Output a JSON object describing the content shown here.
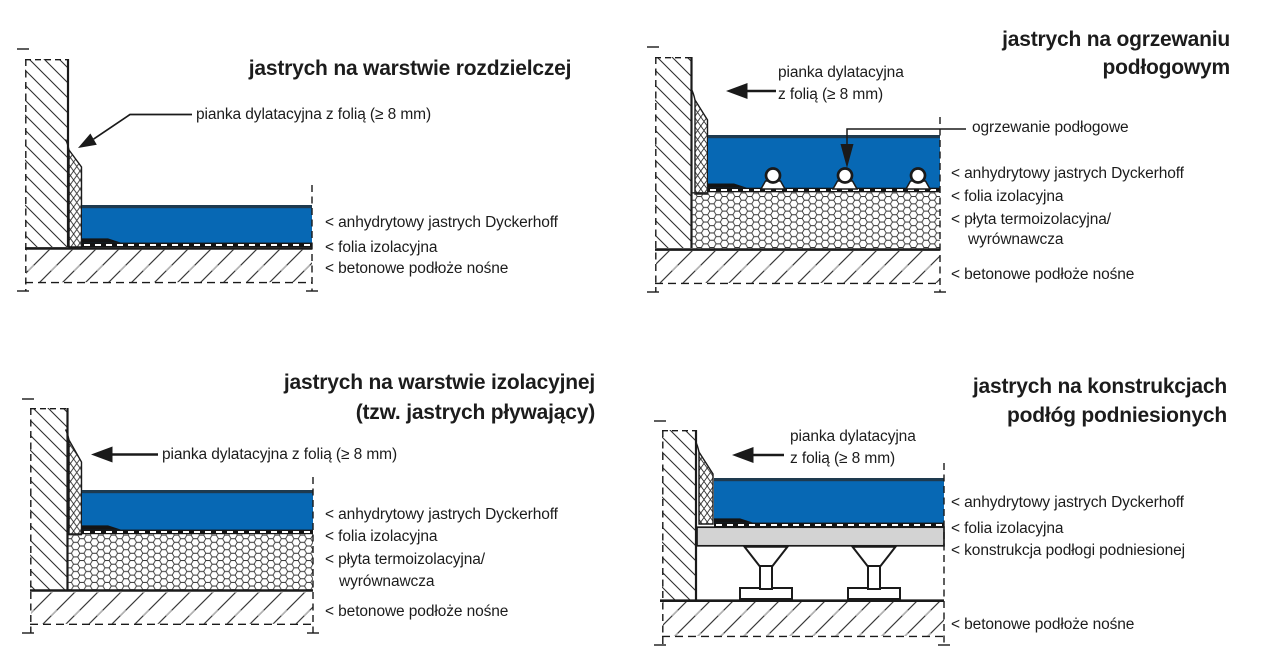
{
  "colors": {
    "screed_blue": "#0768b4",
    "screed_top_edge": "#1e3a4f",
    "foil_black": "#141414",
    "panel_gray": "#d3d3d3",
    "line": "#1a1a1a"
  },
  "diagrams": [
    {
      "id": "screed-on-separating-layer",
      "title": [
        "jastrych na warstwie rozdzielczej"
      ],
      "foam_label": [
        "pianka dylatacyjna z folią (≥ 8 mm)"
      ],
      "layers": [
        "< anhydrytowy jastrych Dyckerhoff",
        "< folia izolacyjna",
        "< betonowe podłoże nośne"
      ]
    },
    {
      "id": "screed-on-floor-heating",
      "title": [
        "jastrych na ogrzewaniu",
        "podłogowym"
      ],
      "foam_label": [
        "pianka dylatacyjna",
        "z folią (≥ 8 mm)"
      ],
      "heating_label": "ogrzewanie podłogowe",
      "layers": [
        "< anhydrytowy jastrych Dyckerhoff",
        "< folia izolacyjna",
        "< płyta termoizolacyjna/",
        "wyrównawcza",
        "< betonowe podłoże nośne"
      ]
    },
    {
      "id": "screed-on-insulating-layer",
      "title": [
        "jastrych na warstwie izolacyjnej",
        "(tzw. jastrych pływający)"
      ],
      "foam_label": [
        "pianka dylatacyjna z folią (≥ 8 mm)"
      ],
      "layers": [
        "< anhydrytowy jastrych Dyckerhoff",
        "< folia izolacyjna",
        "< płyta termoizolacyjna/",
        "wyrównawcza",
        "< betonowe podłoże nośne"
      ]
    },
    {
      "id": "screed-on-raised-floor",
      "title": [
        "jastrych na konstrukcjach",
        "podłóg podniesionych"
      ],
      "foam_label": [
        "pianka dylatacyjna",
        "z folią (≥ 8 mm)"
      ],
      "layers": [
        "< anhydrytowy jastrych Dyckerhoff",
        "< folia izolacyjna",
        "< konstrukcja podłogi podniesionej",
        "< betonowe podłoże nośne"
      ]
    }
  ]
}
